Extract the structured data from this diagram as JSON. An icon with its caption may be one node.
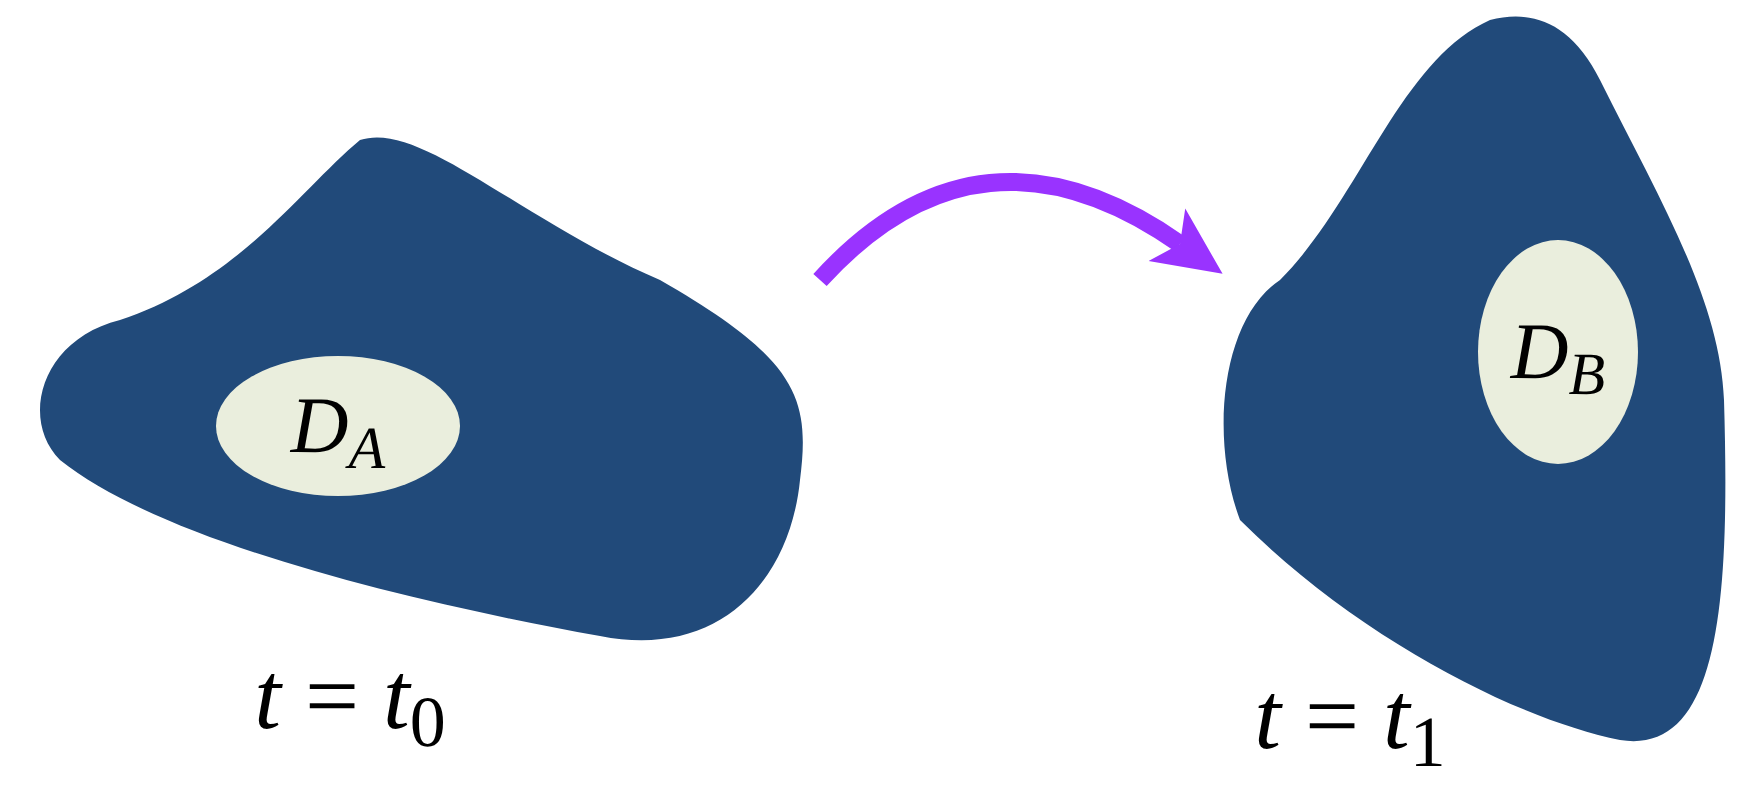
{
  "diagram": {
    "nodes": [
      {
        "text": [],
        "shape": "blob",
        "beside": [
          "*t* = *t*$_{0}$"
        ]
      },
      {
        "text": [
          "D$_{A}$"
        ],
        "in": 0
      },
      {
        "text": [],
        "shape": "blob",
        "beside": [
          "*t* = *t*$_{1}$"
        ]
      },
      {
        "text": [
          "D$_{B}$"
        ],
        "in": 2
      }
    ],
    "edges": [
      {
        "from": 0,
        "to": 2,
        "arrow": "to",
        "color": "#9933ff"
      }
    ]
  }
}
